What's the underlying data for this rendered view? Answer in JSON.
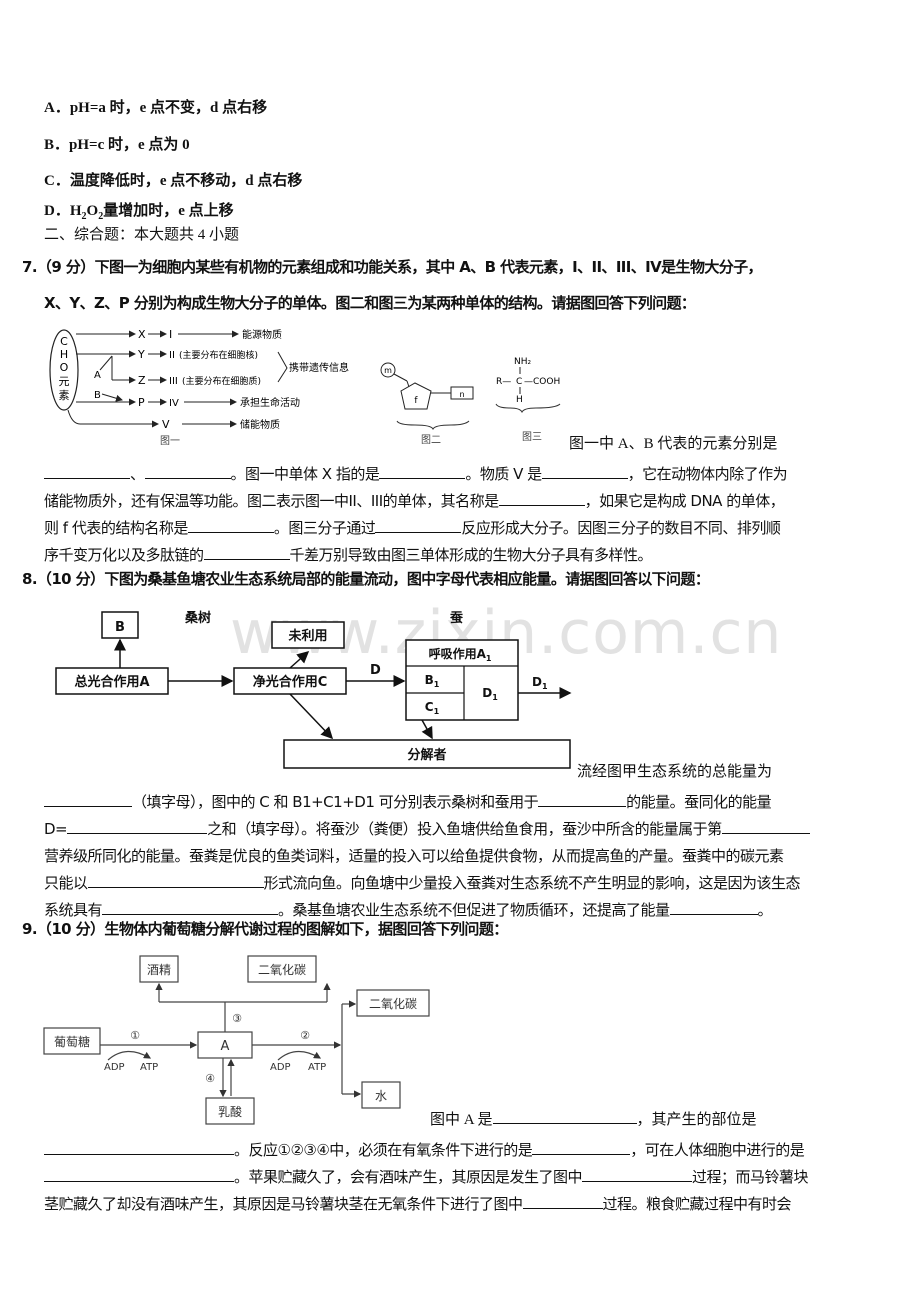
{
  "options": [
    {
      "letter": "A．",
      "text": "pH=a 时，e 点不变，d 点右移"
    },
    {
      "letter": "B．",
      "text": "pH=c 时，e 点为 0"
    },
    {
      "letter": "C．",
      "text": "温度降低时，e 点不移动，d 点右移"
    },
    {
      "letter": "D．",
      "text_pre": "H",
      "sub1": "2",
      "text_mid": "O",
      "sub2": "2",
      "text_post": "量增加时，e 点上移"
    }
  ],
  "section_heading": "二、综合题：本大题共 4 小题",
  "q7": {
    "header": "7.（9 分）下图一为细胞内某些有机物的元素组成和功能关系，其中 A、B 代表元素，I、II、III、IV是生物大分子，",
    "header2": "X、Y、Z、P 分别为构成生物大分子的单体。图二和图三为某两种单体的结构。请据图回答下列问题：",
    "fig1": {
      "oval": [
        "C",
        "H",
        "O",
        "元",
        "素"
      ],
      "rows": [
        {
          "mono": "X",
          "macro": "I",
          "note": "",
          "func": "能源物质"
        },
        {
          "mono": "Y",
          "macro": "II",
          "note": "(主要分布在细胞核)",
          "func": ""
        },
        {
          "mono": "Z",
          "macro": "III",
          "note": "(主要分布在细胞质)",
          "func": ""
        },
        {
          "mono": "P",
          "macro": "IV",
          "note": "",
          "func": "承担生命活动"
        },
        {
          "mono": "V",
          "macro": "",
          "note": "",
          "func": "储能物质"
        }
      ],
      "brace_label": "携带遗传信息",
      "label_a": "A",
      "label_b": "B",
      "caption": "图一"
    },
    "fig2": {
      "m": "m",
      "f": "f",
      "n": "n",
      "caption": "图二"
    },
    "fig3": {
      "nh2": "NH₂",
      "r": "R—",
      "c": "C",
      "cooh": "—COOH",
      "h": "H",
      "caption": "图三"
    },
    "tail_after_fig": "图一中 A、B 代表的元素分别是",
    "l1": {
      "sep1": "、",
      "t1": "。图一中单体 X 指的是",
      "t2": "。物质 V 是",
      "t3": "，它在动物体内除了作为"
    },
    "l2": {
      "t1": "储能物质外，还有保温等功能。图二表示图一中II、III的单体，其名称是",
      "t2": "，如果它是构成 DNA 的单体，"
    },
    "l3": {
      "t1": "则 f 代表的结构名称是",
      "t2": "。图三分子通过",
      "t3": "反应形成大分子。因图三分子的数目不同、排列顺"
    },
    "l4": {
      "t1": "序千变万化以及多肽链的",
      "t2": "千差万别导致由图三单体形成的生物大分子具有多样性。"
    }
  },
  "q8": {
    "header": "8.（10 分）下图为桑基鱼塘农业生态系统局部的能量流动，图中字母代表相应能量。请据图回答以下问题：",
    "watermark": "www.zixin.com.cn",
    "diagram": {
      "mulberry": "桑树",
      "silkworm": "蚕",
      "b_box": "B",
      "total_photo": "总光合作用A",
      "net_photo": "净光合作用C",
      "unused": "未利用",
      "d_label": "D",
      "resp": "呼吸作用A",
      "resp_sub": "1",
      "b1": "B",
      "b1_sub": "1",
      "c1": "C",
      "c1_sub": "1",
      "d1": "D",
      "d1_sub": "1",
      "d1_out": "D",
      "d1_out_sub": "1",
      "decomposer": "分解者"
    },
    "tail_after_fig": "流经图甲生态系统的总能量为",
    "l1": {
      "t1": "（填字母），图中的 C 和 B1+C1+D1 可分别表示桑树和蚕用于",
      "t2": "的能量。蚕同化的能量"
    },
    "l2": {
      "t0": "D=",
      "t1": "之和（填字母）。将蚕沙（粪便）投入鱼塘供给鱼食用，蚕沙中所含的能量属于第"
    },
    "l3": {
      "t1": "营养级所同化的能量。蚕粪是优良的鱼类词料，适量的投入可以给鱼提供食物，从而提高鱼的产量。蚕粪中的碳元素"
    },
    "l4": {
      "t1": "只能以",
      "t2": "形式流向鱼。向鱼塘中少量投入蚕粪对生态系统不产生明显的影响，这是因为该生态"
    },
    "l5": {
      "t1": "系统具有",
      "t2": "。桑基鱼塘农业生态系统不但促进了物质循环，还提高了能量",
      "t3": "。"
    }
  },
  "q9": {
    "header": "9.（10 分）生物体内葡萄糖分解代谢过程的图解如下，据图回答下列问题：",
    "diagram": {
      "glucose": "葡萄糖",
      "a": "A",
      "alcohol": "酒精",
      "co2_top": "二氧化碳",
      "co2_right": "二氧化碳",
      "water": "水",
      "lactic": "乳酸",
      "r1": "①",
      "r2": "②",
      "r3": "③",
      "r4": "④",
      "adp": "ADP",
      "atp": "ATP"
    },
    "tail_after_fig": {
      "t1": "图中 A 是",
      "t2": "，其产生的部位是"
    },
    "l1": {
      "t1": "。反应①②③④中，必须在有氧条件下进行的是",
      "t2": "，可在人体细胞中进行的是"
    },
    "l2": {
      "t1": "。苹果贮藏久了，会有酒味产生，其原因是发生了图中",
      "t2": "过程；而马铃薯块"
    },
    "l3": {
      "t1": "茎贮藏久了却没有酒味产生，其原因是马铃薯块茎在无氧条件下进行了图中",
      "t2": "过程。粮食贮藏过程中有时会"
    }
  }
}
